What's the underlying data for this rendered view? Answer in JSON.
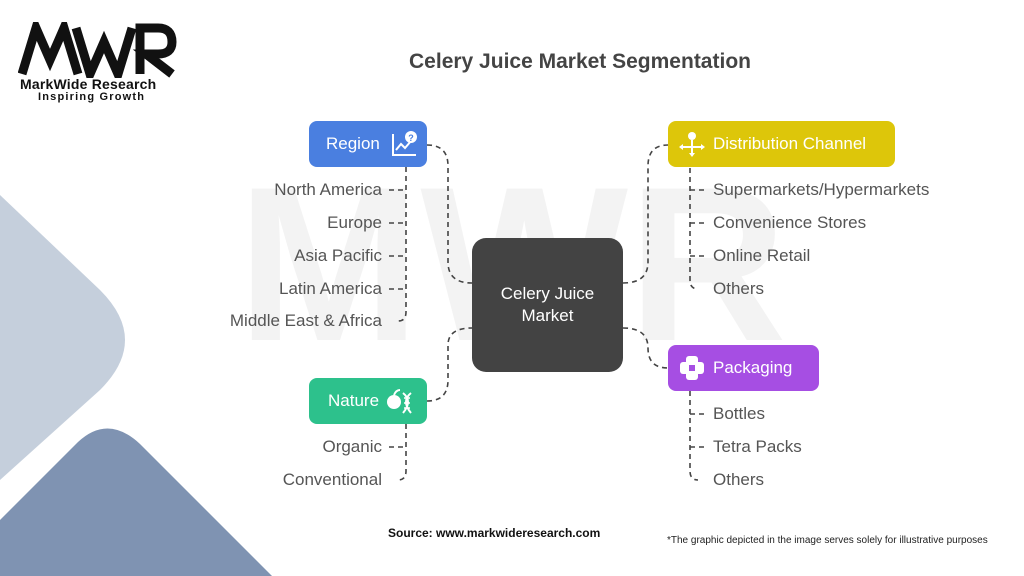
{
  "logo": {
    "name": "MarkWide Research",
    "tagline": "Inspiring Growth",
    "mark": "MWR"
  },
  "title": "Celery Juice Market Segmentation",
  "center": {
    "label": "Celery Juice Market"
  },
  "branches": {
    "region": {
      "label": "Region",
      "color": "#4a7fe0",
      "icon": "chart-question-icon",
      "items": [
        "North America",
        "Europe",
        "Asia Pacific",
        "Latin America",
        "Middle East & Africa"
      ]
    },
    "nature": {
      "label": "Nature",
      "color": "#2dc18c",
      "icon": "fruit-dna-icon",
      "items": [
        "Organic",
        "Conventional"
      ]
    },
    "distribution": {
      "label": "Distribution Channel",
      "color": "#ddc60a",
      "icon": "network-distribution-icon",
      "items": [
        "Supermarkets/Hypermarkets",
        "Convenience Stores",
        "Online Retail",
        "Others"
      ]
    },
    "packaging": {
      "label": "Packaging",
      "color": "#a64ee3",
      "icon": "package-icon",
      "items": [
        "Bottles",
        "Tetra Packs",
        "Others"
      ]
    }
  },
  "footer": {
    "source": "Source: www.markwideresearch.com",
    "note": "*The graphic depicted in the image serves solely for illustrative purposes"
  }
}
